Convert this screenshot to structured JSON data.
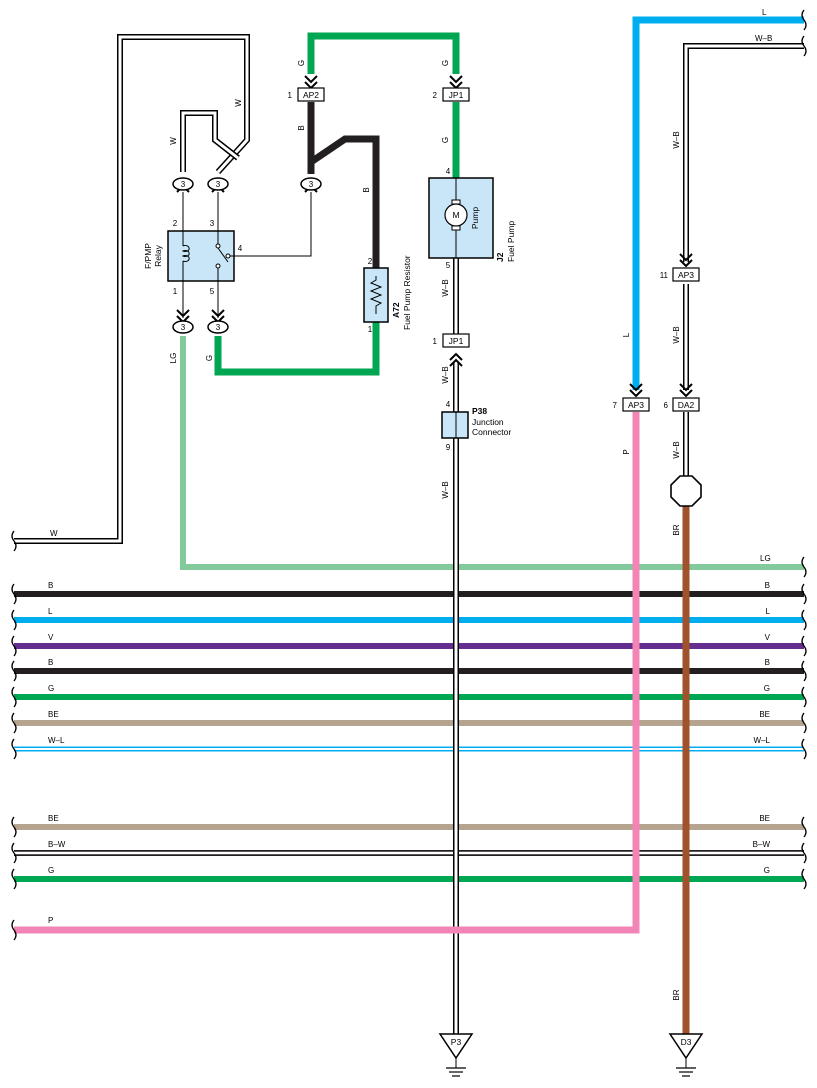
{
  "colors": {
    "G": "#00a651",
    "B": "#231f20",
    "L": "#00aeef",
    "LG": "#82ca9c",
    "V": "#662d91",
    "BE": "#b5a490",
    "P": "#f284b6",
    "BR": "#a0522d",
    "W": "#ffffff",
    "component_fill": "#c8e6f7"
  },
  "components": {
    "relay": {
      "name": "F/PMP",
      "sub": "Relay",
      "pin_top_left": "2",
      "pin_top_right": "3",
      "pin_right": "4",
      "pin_bottom_left": "1",
      "pin_bottom_right": "5"
    },
    "resistor": {
      "code": "A72",
      "name": "Fuel Pump Resistor",
      "pin_top": "2",
      "pin_bottom": "1"
    },
    "pump": {
      "code": "J2",
      "name": "Fuel Pump",
      "inner": "Pump",
      "motor": "M",
      "pin_top": "4",
      "pin_bottom": "5"
    },
    "junction": {
      "code": "P38",
      "name_line1": "Junction",
      "name_line2": "Connector",
      "pin_top": "4",
      "pin_bottom": "9"
    }
  },
  "connectors": {
    "ap2": {
      "id": "AP2",
      "pin": "1"
    },
    "jp1_top": {
      "id": "JP1",
      "pin": "2"
    },
    "jp1_mid": {
      "id": "JP1",
      "pin": "1"
    },
    "ap3_upper": {
      "id": "AP3",
      "pin": "11"
    },
    "ap3_lower": {
      "id": "AP3",
      "pin": "7"
    },
    "da2": {
      "id": "DA2",
      "pin": "6"
    }
  },
  "splice_label": "3",
  "grounds": {
    "p3": "P3",
    "d3": "D3"
  },
  "wire_labels": {
    "g": "G",
    "b": "B",
    "w": "W",
    "lg": "LG",
    "l": "L",
    "wb": "W–B",
    "p": "P",
    "br": "BR"
  },
  "bus": [
    {
      "label": "B",
      "color": "B"
    },
    {
      "label": "L",
      "color": "L"
    },
    {
      "label": "V",
      "color": "V"
    },
    {
      "label": "B",
      "color": "B"
    },
    {
      "label": "G",
      "color": "G"
    },
    {
      "label": "BE",
      "color": "BE"
    },
    {
      "label": "W–L",
      "color": "L"
    },
    {
      "label": "BE",
      "color": "BE"
    },
    {
      "label": "B–W",
      "color": "B"
    },
    {
      "label": "G",
      "color": "G"
    }
  ]
}
